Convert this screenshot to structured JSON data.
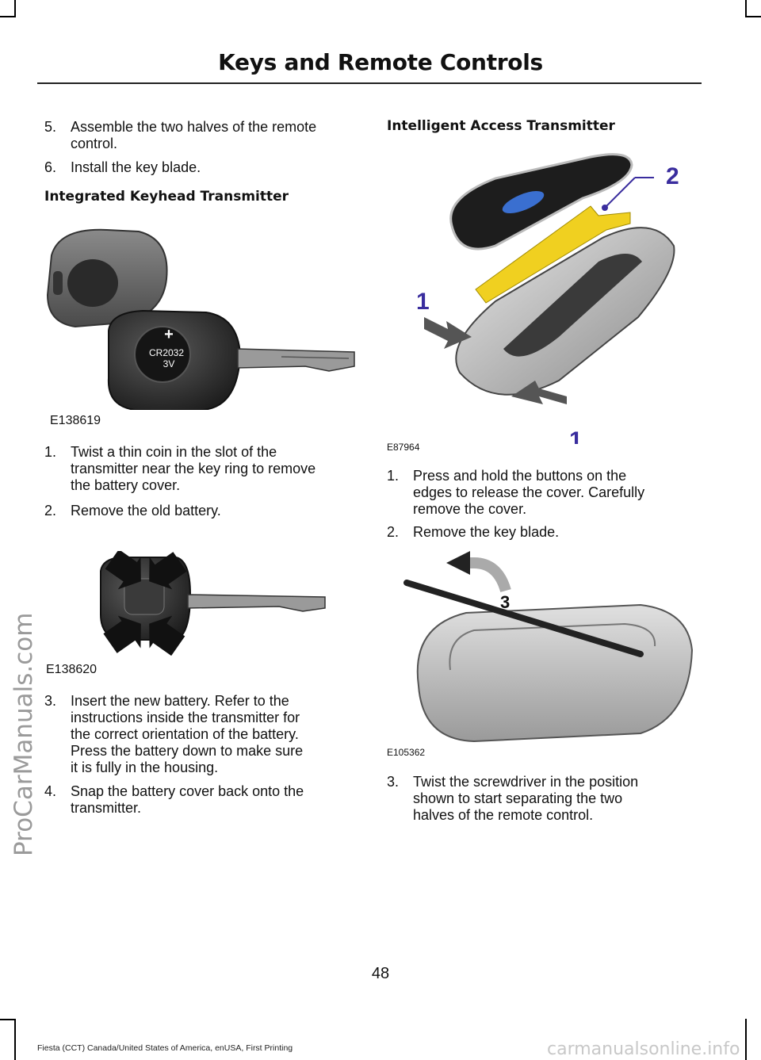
{
  "page": {
    "title": "Keys and Remote Controls",
    "page_number": "48",
    "footer": "Fiesta (CCT) Canada/United States of America, enUSA, First Printing",
    "watermark": "ProCarManuals.com",
    "footer_url": "carmanualsonline.info"
  },
  "left": {
    "steps_top": [
      {
        "num": "5.",
        "lines": [
          "Assemble the two halves of the remote",
          "control."
        ]
      },
      {
        "num": "6.",
        "lines": [
          "Install the key blade."
        ]
      }
    ],
    "heading": "Integrated Keyhead Transmitter",
    "figure1": {
      "code": "E138619",
      "battery_line1": "CR2032",
      "battery_line2": "3V",
      "plus": "+"
    },
    "steps_mid": [
      {
        "num": "1.",
        "lines": [
          "Twist a thin coin in the slot of the",
          "transmitter near the key ring to remove",
          "the battery cover."
        ]
      },
      {
        "num": "2.",
        "lines": [
          "Remove the old battery."
        ]
      }
    ],
    "figure2": {
      "code": "E138620"
    },
    "steps_bottom": [
      {
        "num": "3.",
        "lines": [
          "Insert the new battery. Refer to the",
          "instructions inside the transmitter for",
          "the correct orientation of the battery.",
          "Press the battery down to make sure",
          "it is fully in the housing."
        ]
      },
      {
        "num": "4.",
        "lines": [
          "Snap the battery cover back onto the",
          "transmitter."
        ]
      }
    ]
  },
  "right": {
    "heading": "Intelligent Access Transmitter",
    "figure3": {
      "code": "E87964",
      "callout_2": "2",
      "callout_1a": "1",
      "callout_1b": "1",
      "callout_color": "#3a2d9e"
    },
    "steps_mid": [
      {
        "num": "1.",
        "lines": [
          "Press and hold the buttons on the",
          "edges to release the cover. Carefully",
          "remove the cover."
        ]
      },
      {
        "num": "2.",
        "lines": [
          "Remove the key blade."
        ]
      }
    ],
    "figure4": {
      "code": "E105362",
      "callout_3": "3"
    },
    "steps_bottom": [
      {
        "num": "3.",
        "lines": [
          "Twist the screwdriver in the position",
          "shown to start separating the two",
          "halves of the remote control."
        ]
      }
    ]
  }
}
